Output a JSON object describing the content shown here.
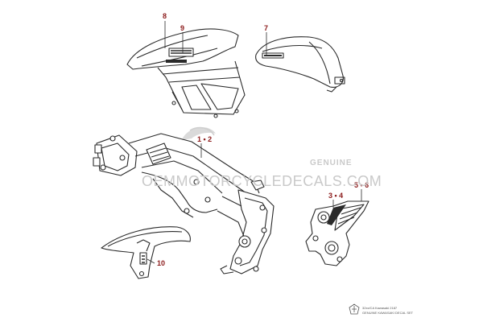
{
  "colors": {
    "line": "#2a2a2a",
    "callout_text": "#8b1a1a",
    "watermark": "#c9c9c9",
    "corner_text": "#555555"
  },
  "callouts": {
    "c8": "8",
    "c9": "9",
    "c7": "7",
    "c12": "1 • 2",
    "c34": "3 • 4",
    "c56": "5 • 6",
    "c10": "10"
  },
  "watermark": {
    "top_line": "GENUINE",
    "main_line": "OEMMOTORCYCLEDECALS.COM",
    "logo_icon": "helmet-icon"
  },
  "corner_logo": {
    "icon": "crest-icon",
    "line1": "32xx/CA  Kawasaki 2187",
    "line2": "GENUINE KAWASAKI DECAL SET"
  }
}
